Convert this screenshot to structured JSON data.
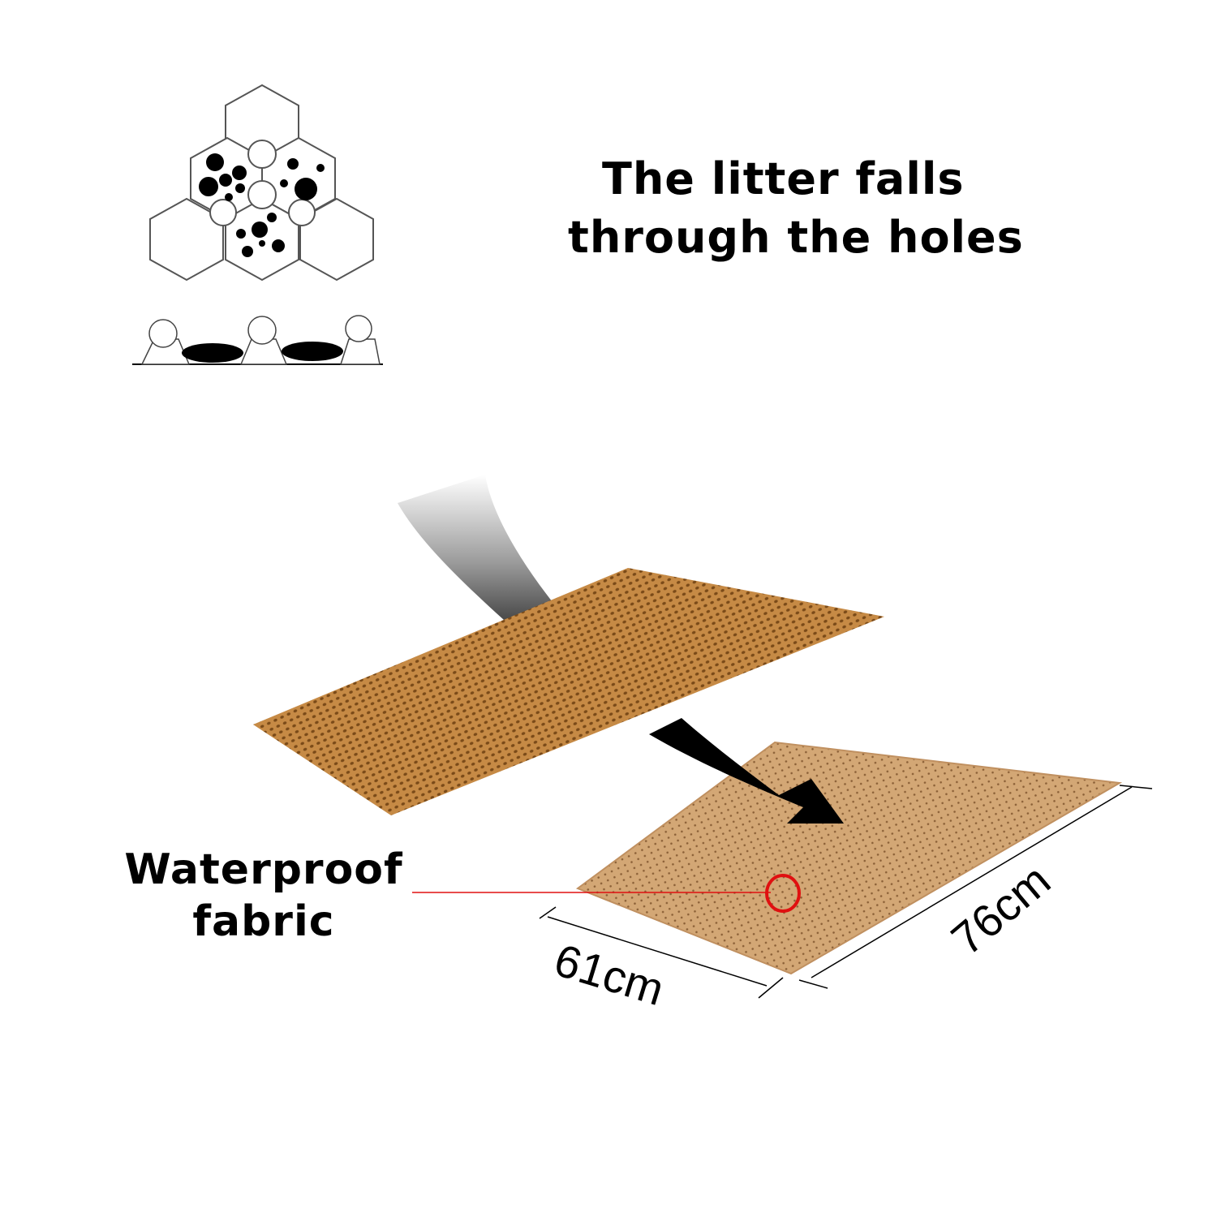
{
  "headline": {
    "line1": "The litter falls",
    "line2": "through the holes"
  },
  "callout": {
    "line1": "Waterproof",
    "line2": "fabric"
  },
  "dimensions": {
    "width": "61cm",
    "length": "76cm"
  },
  "colors": {
    "mat_top": "#c98b46",
    "mat_bottom": "#d4a877",
    "callout_line": "#e01010",
    "arrow": "#000000"
  },
  "icons": [
    "honeycomb-diagram-icon",
    "cross-section-diagram-icon",
    "falling-litter-arrow-icon",
    "down-arrow-icon",
    "callout-circle-icon"
  ]
}
